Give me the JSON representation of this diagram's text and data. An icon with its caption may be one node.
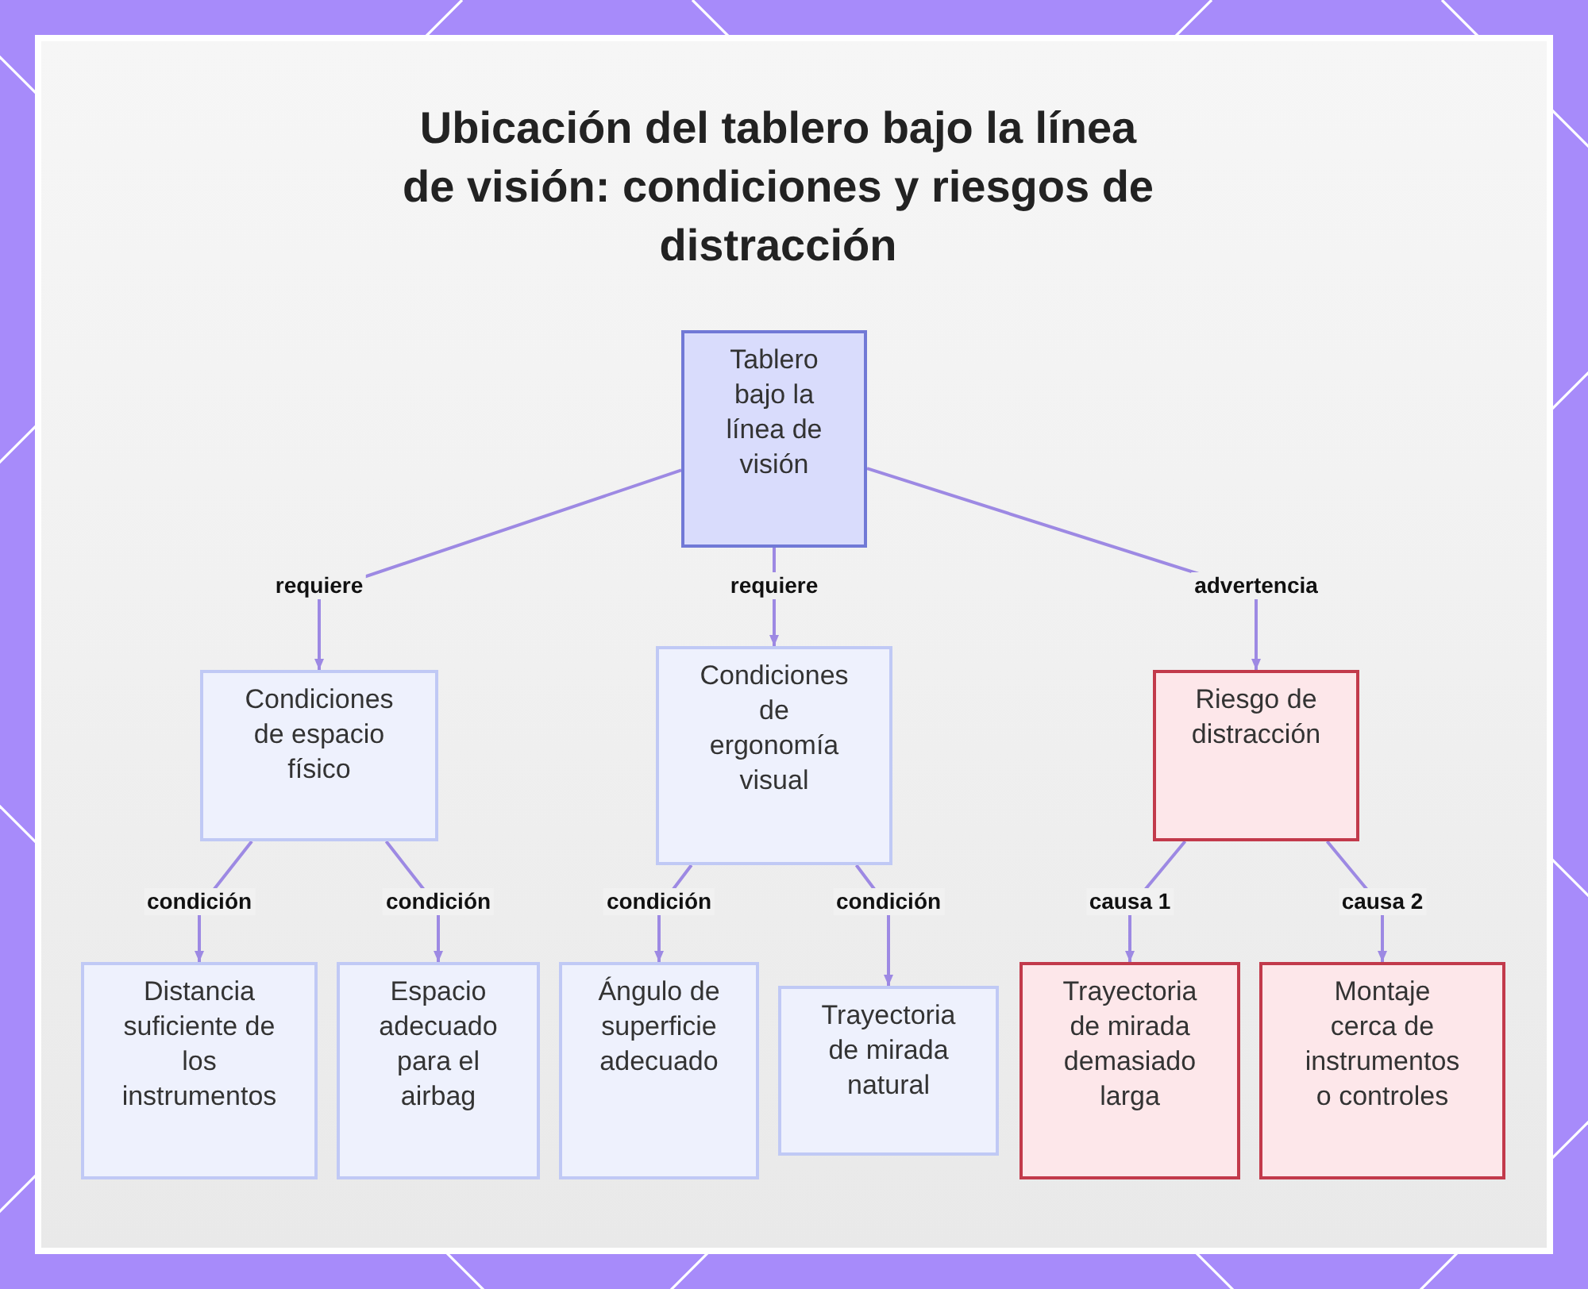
{
  "diagram": {
    "title": "Ubicación del tablero bajo la línea de visión: condiciones y riesgos de distracción",
    "nodes": [
      {
        "text": [
          "Tablero bajo la línea de visión"
        ]
      },
      {
        "text": [
          "Condiciones de espacio físico"
        ]
      },
      {
        "text": [
          "Condiciones de ergonomía visual"
        ]
      },
      {
        "text": [
          "Riesgo de distracción"
        ]
      },
      {
        "text": [
          "Distancia suficiente de los instrumentos"
        ]
      },
      {
        "text": [
          "Espacio adecuado para el airbag"
        ]
      },
      {
        "text": [
          "Ángulo de superficie adecuado"
        ]
      },
      {
        "text": [
          "Trayectoria de mirada natural"
        ]
      },
      {
        "text": [
          "Trayectoria de mirada demasiado larga"
        ]
      },
      {
        "text": [
          "Montaje cerca de instrumentos o controles"
        ]
      }
    ],
    "edges": [
      {
        "from": 0,
        "to": 1,
        "arrow": "to",
        "label": "requiere"
      },
      {
        "from": 0,
        "to": 2,
        "arrow": "to",
        "label": "requiere"
      },
      {
        "from": 0,
        "to": 3,
        "arrow": "to",
        "label": "advertencia"
      },
      {
        "from": 1,
        "to": 4,
        "arrow": "to",
        "label": "condición"
      },
      {
        "from": 1,
        "to": 5,
        "arrow": "to",
        "label": "condición"
      },
      {
        "from": 2,
        "to": 6,
        "arrow": "to",
        "label": "condición"
      },
      {
        "from": 2,
        "to": 7,
        "arrow": "to",
        "label": "condición"
      },
      {
        "from": 3,
        "to": 8,
        "arrow": "to",
        "label": "causa 1"
      },
      {
        "from": 3,
        "to": 9,
        "arrow": "to",
        "label": "causa 2"
      }
    ]
  }
}
